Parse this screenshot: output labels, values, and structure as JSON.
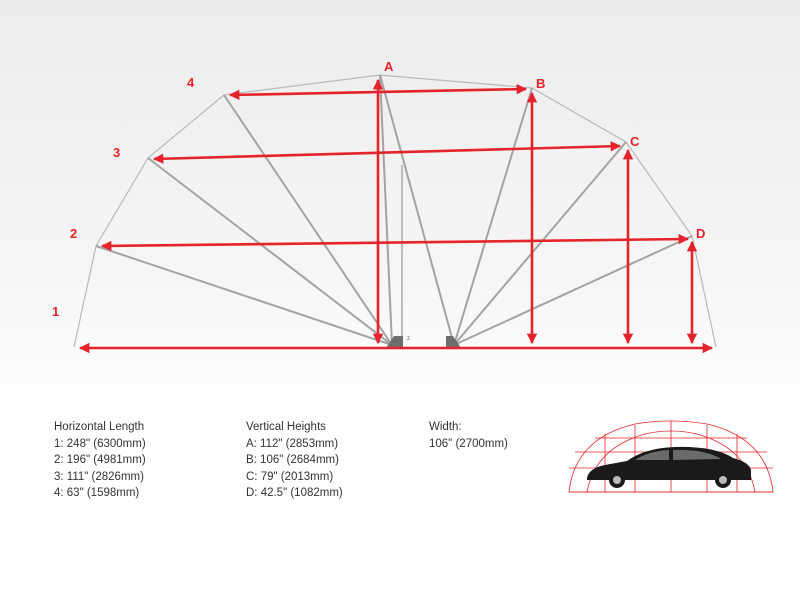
{
  "diagram": {
    "point_labels": [
      "A",
      "B",
      "C",
      "D"
    ],
    "arch_labels": [
      "1",
      "2",
      "3",
      "4"
    ],
    "axis_mark": "z",
    "colors": {
      "dimension": "#e4232a",
      "frame": "#9a9a9a",
      "base": "#7a7a7a"
    }
  },
  "specs": {
    "horizontal": {
      "title": "Horizontal Length",
      "items": [
        "1: 248\" (6300mm)",
        "2: 196\" (4981mm)",
        "3: 111\" (2826mm)",
        "4: 63\" (1598mm)"
      ]
    },
    "vertical": {
      "title": "Vertical Heights",
      "items": [
        "A: 112\" (2853mm)",
        "B: 106\" (2684mm)",
        "C: 79\" (2013mm)",
        "D: 42.5\" (1082mm)"
      ]
    },
    "width": {
      "title": "Width:",
      "value": "106\" (2700mm)"
    }
  },
  "thumbnail": {
    "icon": "car-under-dome-icon"
  }
}
